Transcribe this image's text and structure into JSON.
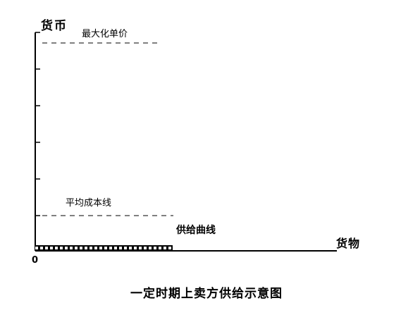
{
  "labels": {
    "y_axis": "货币",
    "x_axis": "货物",
    "origin": "0",
    "max_unit_price": "最大化单价",
    "average_cost_line": "平均成本线",
    "supply_curve": "供给曲线",
    "caption": "一定时期上卖方供给示意图"
  }
}
